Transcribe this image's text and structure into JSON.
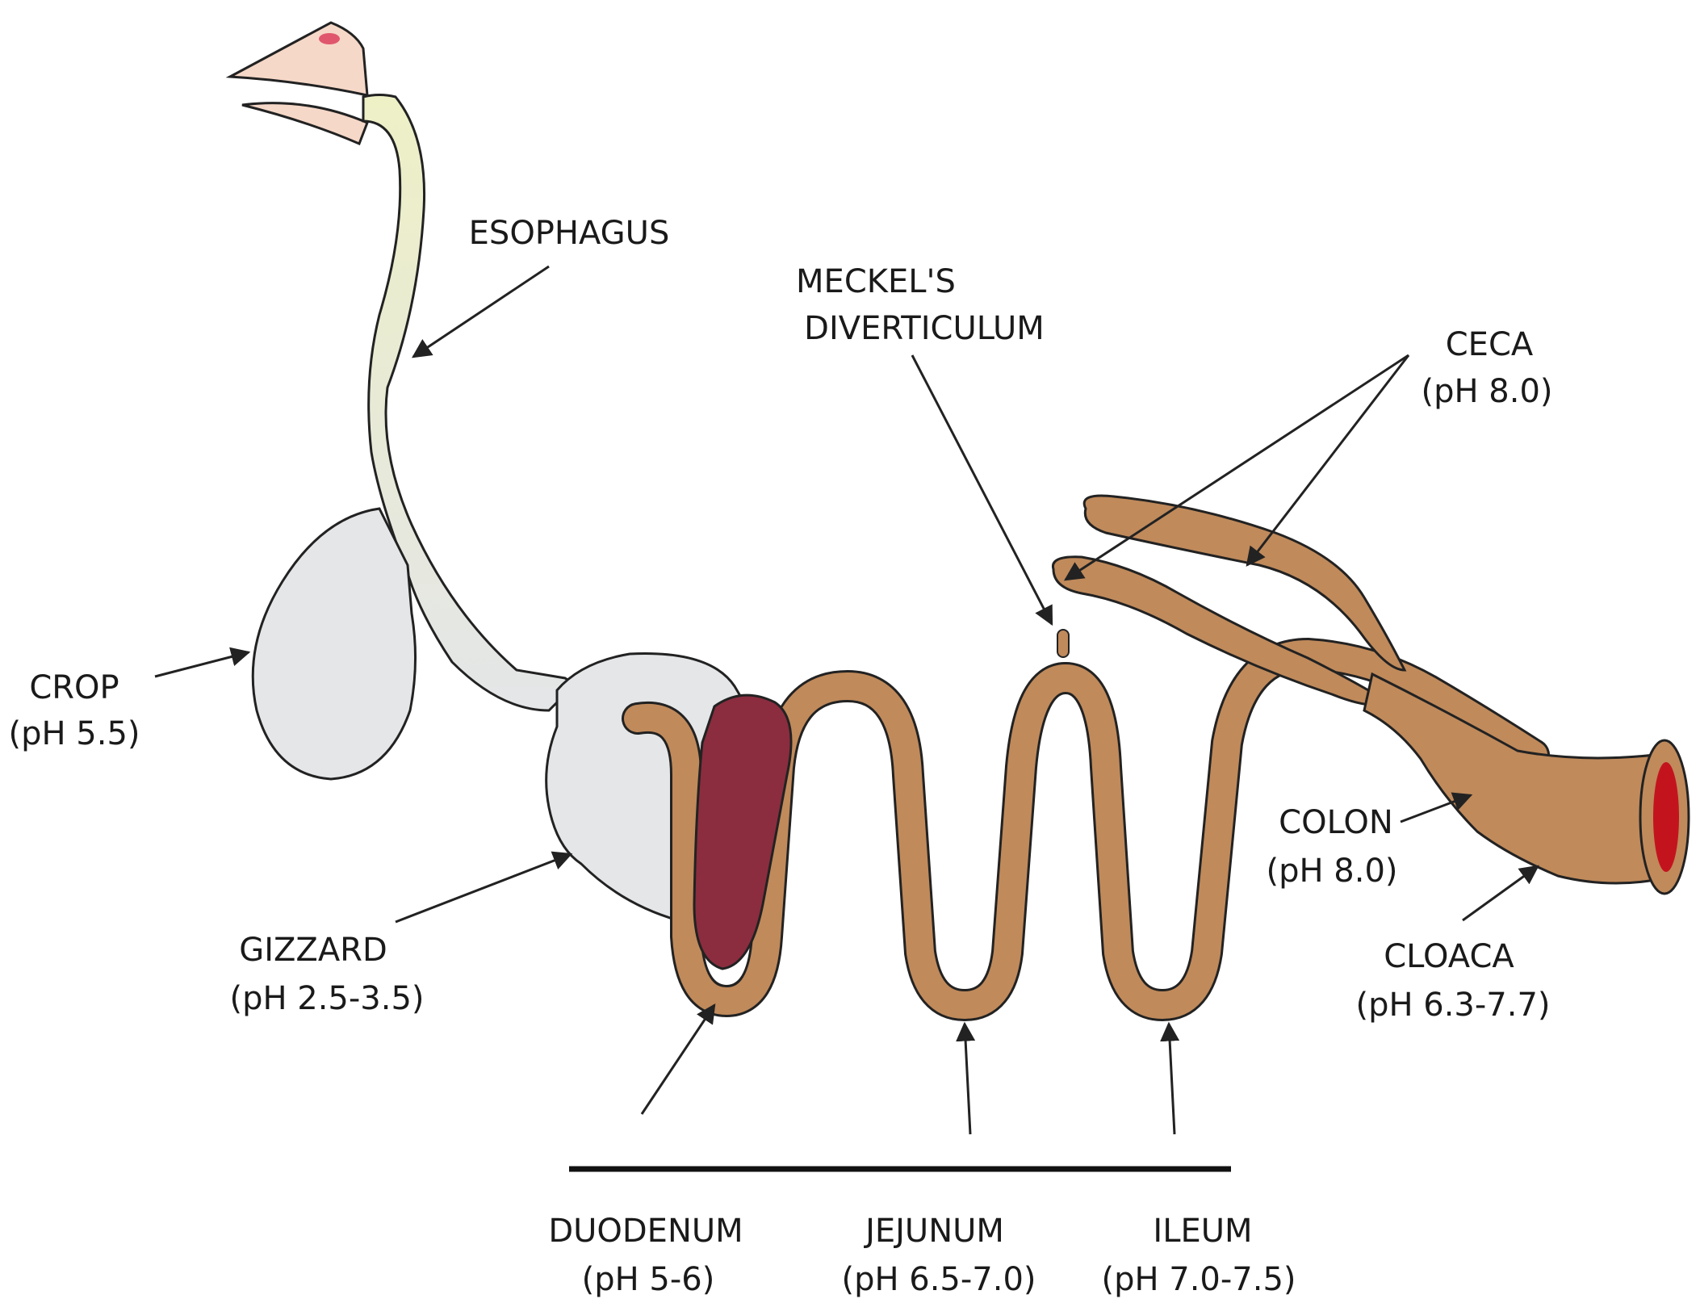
{
  "labels": {
    "esophagus": "ESOPHAGUS",
    "meckels_line1": "MECKEL'S",
    "meckels_line2": "DIVERTICULUM",
    "ceca_name": "CECA",
    "ceca_ph": "(pH  8.0)",
    "crop_name": "CROP",
    "crop_ph": "(pH 5.5)",
    "colon_name": "COLON",
    "colon_ph": "(pH  8.0)",
    "gizzard_name": "GIZZARD",
    "gizzard_ph": "(pH  2.5-3.5)",
    "cloaca_name": "CLOACA",
    "cloaca_ph": "(pH  6.3-7.7)",
    "duodenum_name": "DUODENUM",
    "duodenum_ph": "(pH  5-6)",
    "jejunum_name": "JEJUNUM",
    "jejunum_ph": "(pH  6.5-7.0)",
    "ileum_name": "ILEUM",
    "ileum_ph": "(pH  7.0-7.5)"
  },
  "colors": {
    "intestine": "#c08a5b",
    "upper_tract": "#e4e6e8",
    "pancreas": "#8b2d3f",
    "vent": "#c3141e",
    "beak": "#f6d8c8",
    "arrow": "#222222"
  }
}
